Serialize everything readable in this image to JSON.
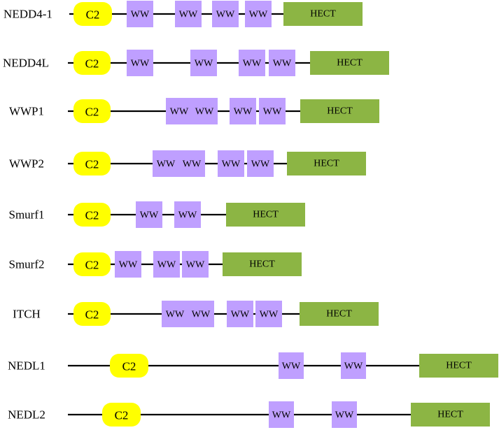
{
  "colors": {
    "c2": "#ffff00",
    "ww": "#bf9fff",
    "hect": "#8cb544",
    "line": "#000000",
    "text": "#000000"
  },
  "labels": {
    "c2": "C2",
    "ww": "WW",
    "hect": "HECT"
  },
  "proteins": [
    {
      "name": "NEDD4-1",
      "domains": [
        "C2",
        "WW",
        "WW",
        "WW",
        "WW",
        "HECT"
      ]
    },
    {
      "name": "NEDD4L",
      "domains": [
        "C2",
        "WW",
        "WW",
        "WW",
        "WW",
        "HECT"
      ]
    },
    {
      "name": "WWP1",
      "domains": [
        "C2",
        "WW",
        "WW",
        "WW",
        "WW",
        "HECT"
      ]
    },
    {
      "name": "WWP2",
      "domains": [
        "C2",
        "WW",
        "WW",
        "WW",
        "WW",
        "HECT"
      ]
    },
    {
      "name": "Smurf1",
      "domains": [
        "C2",
        "WW",
        "WW",
        "HECT"
      ]
    },
    {
      "name": "Smurf2",
      "domains": [
        "C2",
        "WW",
        "WW",
        "WW",
        "HECT"
      ]
    },
    {
      "name": "ITCH",
      "domains": [
        "C2",
        "WW",
        "WW",
        "WW",
        "WW",
        "HECT"
      ]
    },
    {
      "name": "NEDL1",
      "domains": [
        "C2",
        "WW",
        "WW",
        "HECT"
      ]
    },
    {
      "name": "NEDL2",
      "domains": [
        "C2",
        "WW",
        "WW",
        "HECT"
      ]
    }
  ]
}
